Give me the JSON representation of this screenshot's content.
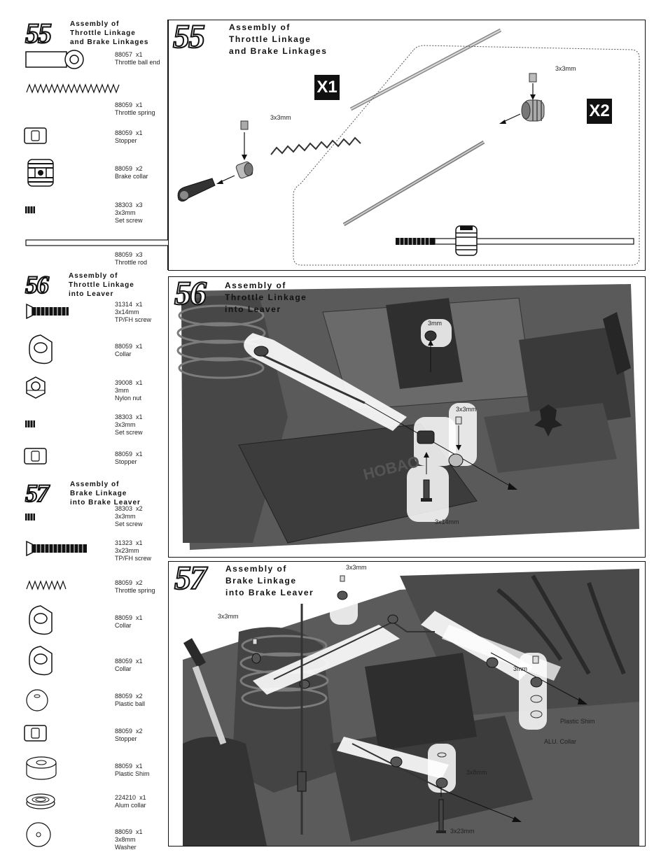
{
  "steps": {
    "s55": {
      "number": "55",
      "title": [
        "Assembly of",
        "Throttle Linkage",
        "and Brake Linkages"
      ]
    },
    "s56": {
      "number": "56",
      "title": [
        "Assembly of",
        "Throttle Linkage",
        "into Leaver"
      ]
    },
    "s57": {
      "number": "57",
      "title": [
        "Assembly of",
        "Brake Linkage",
        "into Brake Leaver"
      ]
    }
  },
  "parts55": [
    {
      "code": "88057",
      "qty": "x1",
      "lines": [
        "Throttle ball end"
      ],
      "icon": "ball-end-icon"
    },
    {
      "code": "88059",
      "qty": "x1",
      "lines": [
        "Throttle spring"
      ],
      "icon": "spring-icon"
    },
    {
      "code": "88059",
      "qty": "x1",
      "lines": [
        "Stopper"
      ],
      "icon": "stopper-icon"
    },
    {
      "code": "88059",
      "qty": "x2",
      "lines": [
        "Brake collar"
      ],
      "icon": "brake-collar-icon"
    },
    {
      "code": "38303",
      "qty": "x3",
      "lines": [
        "3x3mm",
        "Set screw"
      ],
      "icon": "set-screw-icon"
    },
    {
      "code": "88059",
      "qty": "x3",
      "lines": [
        "Throttle rod"
      ],
      "icon": "rod-icon"
    }
  ],
  "parts56": [
    {
      "code": "31314",
      "qty": "x1",
      "lines": [
        "3x14mm",
        "TP/FH screw"
      ],
      "icon": "screw-icon"
    },
    {
      "code": "88059",
      "qty": "x1",
      "lines": [
        "Collar"
      ],
      "icon": "collar-icon"
    },
    {
      "code": "39008",
      "qty": "x1",
      "lines": [
        "3mm",
        "Nylon nut"
      ],
      "icon": "nylon-nut-icon"
    },
    {
      "code": "38303",
      "qty": "x1",
      "lines": [
        "3x3mm",
        "Set screw"
      ],
      "icon": "set-screw-icon"
    },
    {
      "code": "88059",
      "qty": "x1",
      "lines": [
        "Stopper"
      ],
      "icon": "stopper-icon"
    }
  ],
  "parts57": [
    {
      "code": "38303",
      "qty": "x2",
      "lines": [
        "3x3mm",
        "Set screw"
      ],
      "icon": "set-screw-icon"
    },
    {
      "code": "31323",
      "qty": "x1",
      "lines": [
        "3x23mm",
        "TP/FH screw"
      ],
      "icon": "screw-icon"
    },
    {
      "code": "88059",
      "qty": "x2",
      "lines": [
        "Throttle spring"
      ],
      "icon": "spring-icon"
    },
    {
      "code": "88059",
      "qty": "x1",
      "lines": [
        "Collar"
      ],
      "icon": "collar-icon"
    },
    {
      "code": "88059",
      "qty": "x1",
      "lines": [
        "Collar"
      ],
      "icon": "collar-icon"
    },
    {
      "code": "88059",
      "qty": "x2",
      "lines": [
        "Plastic ball"
      ],
      "icon": "plastic-ball-icon"
    },
    {
      "code": "88059",
      "qty": "x2",
      "lines": [
        " Stopper"
      ],
      "icon": "stopper-icon"
    },
    {
      "code": "88059",
      "qty": "x1",
      "lines": [
        "Plastic Shim"
      ],
      "icon": "plastic-shim-icon"
    },
    {
      "code": "224210",
      "qty": "x1",
      "lines": [
        "Alum collar"
      ],
      "icon": "alum-collar-icon"
    },
    {
      "code": "88059",
      "qty": "x1",
      "lines": [
        "3x8mm",
        "Washer"
      ],
      "icon": "washer-icon"
    }
  ],
  "diagram55": {
    "badge1": "X1",
    "badge2": "X2",
    "label1": "3x3mm",
    "label2": "3x3mm"
  },
  "diagram56": {
    "label_3mm": "3mm",
    "label_3x3": "3x3mm",
    "label_3x14": "3x14mm",
    "watermark": "HOBAO"
  },
  "diagram57": {
    "label_3x3a": "3x3mm",
    "label_3x3b": "3x3mm",
    "label_3mm": "3mm",
    "label_shim": "Plastic Shim",
    "label_alu": "ALU. Collar",
    "label_3x8": "3x8mm",
    "label_3x23": "3x23mm"
  }
}
